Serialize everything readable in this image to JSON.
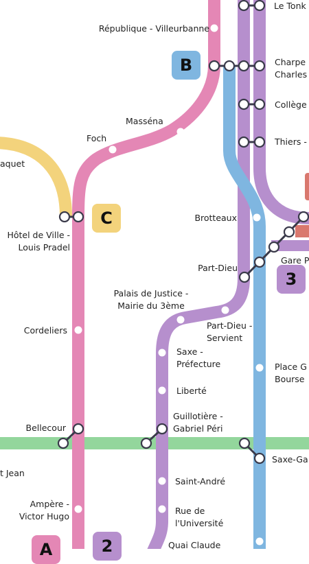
{
  "colors": {
    "line_a": "#e487b5",
    "line_b": "#7fb6e0",
    "line_c": "#f3d37c",
    "line_d": "#b68fcd",
    "line_t": "#93d69c",
    "line_red": "#d9786e",
    "station_fill": "#ffffff",
    "station_stroke": "#3a3a4a"
  },
  "badges": {
    "b": "B",
    "c": "C",
    "three": "3",
    "a": "A",
    "two": "2"
  },
  "stations": {
    "le_tonkin": "Le Tonk",
    "republique": "République - Villeurbanne",
    "charpennes_1": "Charpe",
    "charpennes_2": "Charles",
    "college": "Collège",
    "thiers": "Thiers -",
    "massena": "Masséna",
    "foch": "Foch",
    "croix_paquet": "aquet",
    "hotel_de_ville_1": "Hôtel de Ville -",
    "hotel_de_ville_2": "Louis Pradel",
    "brotteaux": "Brotteaux",
    "part_dieu": "Part-Dieu",
    "gare_part_dieu": "Gare P",
    "palais_justice_1": "Palais de Justice -",
    "palais_justice_2": "Mairie du 3ème",
    "part_dieu_servient_1": "Part-Dieu -",
    "part_dieu_servient_2": "Servient",
    "cordeliers": "Cordeliers",
    "saxe_prefecture_1": "Saxe -",
    "saxe_prefecture_2": "Préfecture",
    "place_guichard_1": "Place G",
    "place_guichard_2": "Bourse",
    "liberte": "Liberté",
    "bellecour": "Bellecour",
    "guillotiere_1": "Guillotière -",
    "guillotiere_2": "Gabriel Péri",
    "saxe_gambetta": "Saxe-Ga",
    "st_jean": "t Jean",
    "saint_andre": "Saint-André",
    "ampere_1": "Ampère -",
    "ampere_2": "Victor Hugo",
    "rue_universite_1": "Rue de",
    "rue_universite_2": "l'Université",
    "quai_claude": "Quai Claude"
  }
}
